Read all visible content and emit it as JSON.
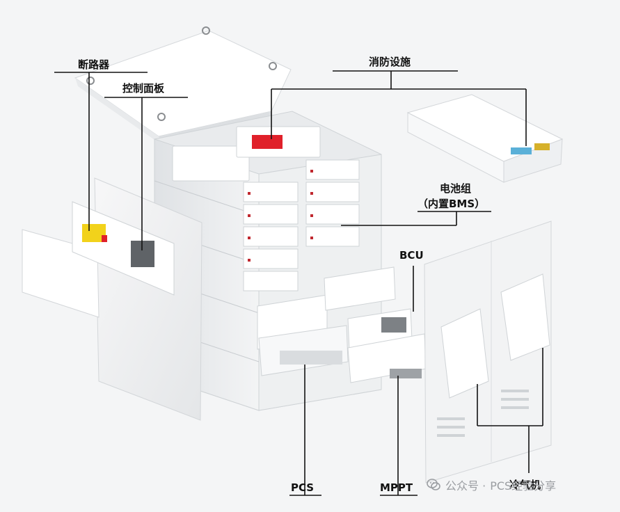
{
  "labels": {
    "breaker": "断路器",
    "control_panel": "控制面板",
    "fire": "消防设施",
    "battery_line1": "电池组",
    "battery_line2": "（内置BMS）",
    "bcu": "BCU",
    "pcs": "PCS",
    "mppt": "MPPT",
    "ac": "冷气机"
  },
  "watermark": {
    "prefix": "公众号 ·",
    "name": "PCS经验分享",
    "icon": "wechat-icon"
  },
  "colors": {
    "background": "#f4f5f6",
    "cabinet": "#ffffff",
    "frame": "#d9dcdf",
    "fire_red": "#e0202a",
    "breaker_yellow": "#f2d21b",
    "leader": "#111111",
    "watermark": "#9a9da1"
  }
}
